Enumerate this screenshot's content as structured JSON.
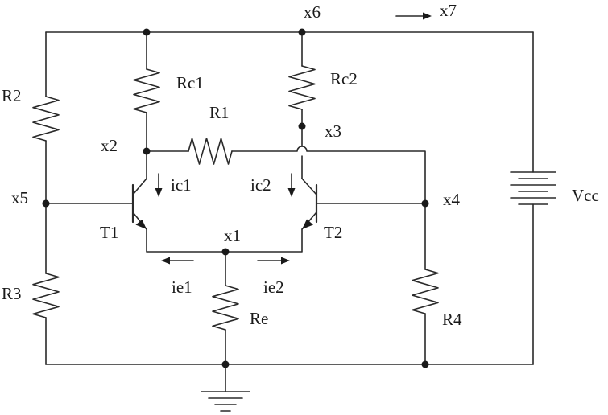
{
  "nodes": {
    "x1": "x1",
    "x2": "x2",
    "x3": "x3",
    "x4": "x4",
    "x5": "x5",
    "x6": "x6",
    "x7": "x7"
  },
  "components": {
    "r1": "R1",
    "r2": "R2",
    "r3": "R3",
    "r4": "R4",
    "rc1": "Rc1",
    "rc2": "Rc2",
    "re": "Re",
    "vcc": "Vcc",
    "t1": "T1",
    "t2": "T2"
  },
  "currents": {
    "ic1": "ic1",
    "ic2": "ic2",
    "ie1": "ie1",
    "ie2": "ie2"
  }
}
